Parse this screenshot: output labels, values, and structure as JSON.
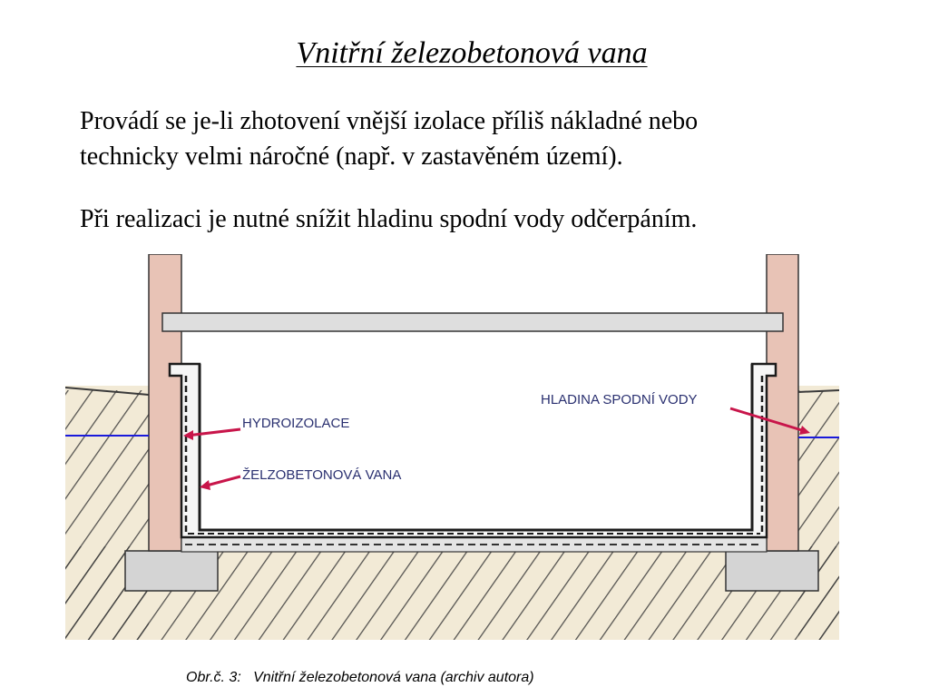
{
  "slide": {
    "title": "Vnitřní železobetonová vana",
    "paragraph_1_line_1": "Provádí se je-li zhotovení vnější izolace příliš nákladné nebo",
    "paragraph_1_line_2": "technicky velmi náročné (např. v zastavěném území).",
    "paragraph_2": "Při realizaci je nutné snížit hladinu spodní vody odčerpáním.",
    "caption": "Obr.č. 3:   Vnitřní železobetonová vana (archiv autora)"
  },
  "diagram": {
    "labels": {
      "waterproofing": "HYDROIZOLACE",
      "rc_tank": "ŽELZOBETONOVÁ VANA",
      "groundwater": "HLADINA SPODNÍ VODY"
    },
    "colors": {
      "soil": "#f2ead6",
      "wall": "#e8c3b6",
      "footing": "#d4d4d4",
      "slab": "#dedede",
      "water_line": "#1a1adb",
      "arrow": "#c8154a",
      "hatch": "#3a3a3a",
      "label_text": "#2a3070"
    }
  }
}
